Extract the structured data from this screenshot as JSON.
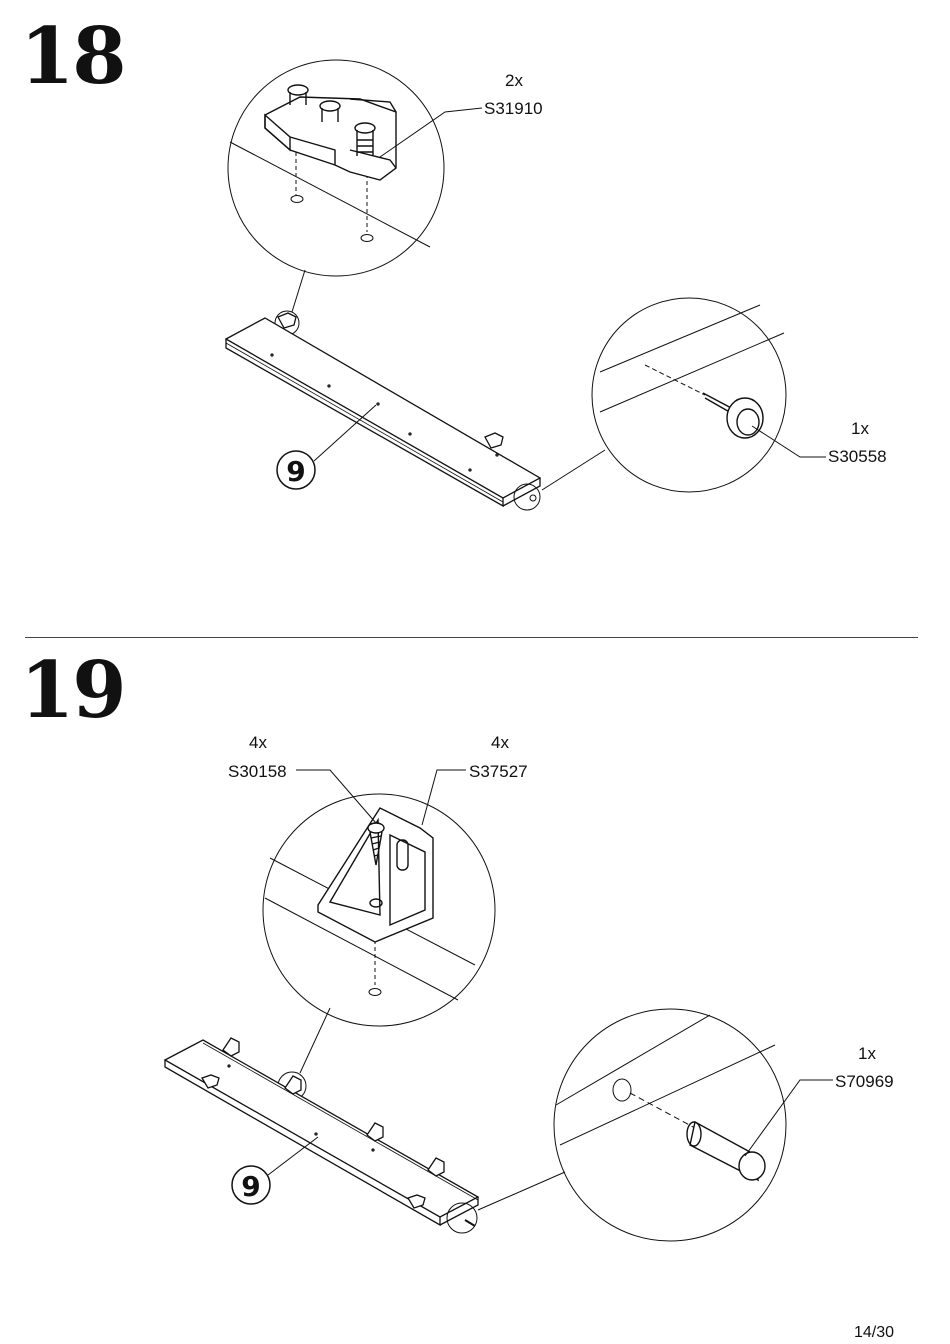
{
  "steps": [
    {
      "number": "18",
      "part_number": "9",
      "callouts": [
        {
          "qty": "2x",
          "code": "S31910"
        },
        {
          "qty": "1x",
          "code": "S30558"
        }
      ]
    },
    {
      "number": "19",
      "part_number": "9",
      "callouts": [
        {
          "qty": "4x",
          "code": "S30158"
        },
        {
          "qty": "4x",
          "code": "S37527"
        },
        {
          "qty": "1x",
          "code": "S70969"
        }
      ]
    }
  ],
  "page": "14/30",
  "colors": {
    "ink": "#111111",
    "paper": "#ffffff"
  }
}
